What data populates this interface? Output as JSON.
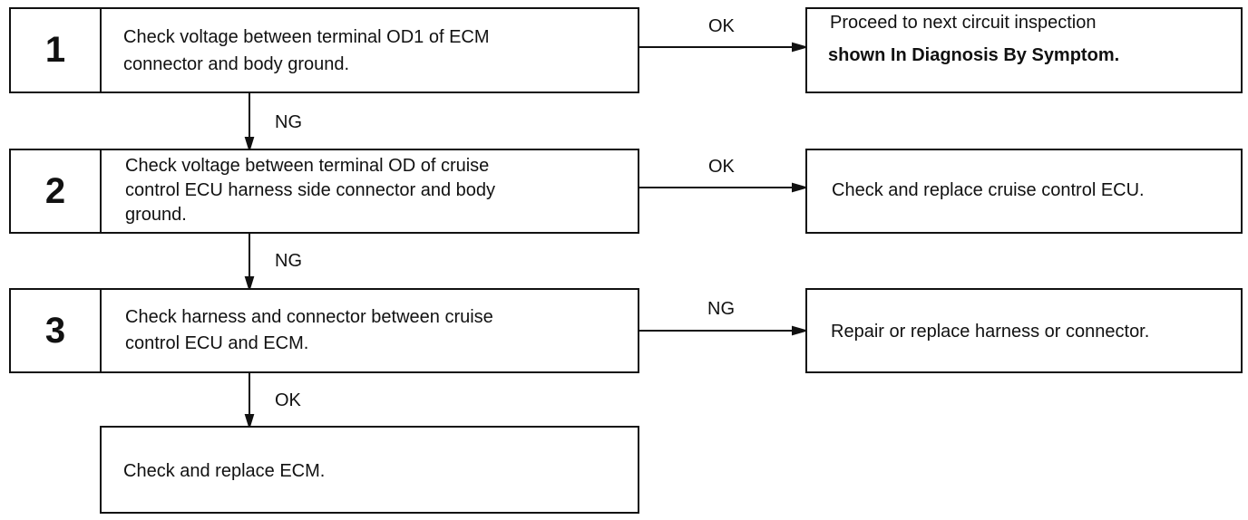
{
  "steps": [
    {
      "number": "1",
      "lines": [
        "Check voltage between terminal OD1 of ECM",
        "connector and body ground."
      ]
    },
    {
      "number": "2",
      "lines": [
        "Check voltage between terminal OD of cruise",
        "control ECU harness side connector and body",
        "ground."
      ]
    },
    {
      "number": "3",
      "lines": [
        "Check harness and connector between cruise",
        "control ECU and ECM."
      ]
    }
  ],
  "results": [
    {
      "branch": "OK",
      "lines": [
        "Proceed to next circuit inspection",
        "shown In Diagnosis By Symptom."
      ]
    },
    {
      "branch": "OK",
      "lines": [
        "Check and replace cruise control ECU."
      ]
    },
    {
      "branch": "NG",
      "lines": [
        "Repair or replace harness or connector."
      ]
    }
  ],
  "down_labels": [
    "NG",
    "NG",
    "OK"
  ],
  "final": {
    "lines": [
      "Check and replace ECM."
    ]
  }
}
